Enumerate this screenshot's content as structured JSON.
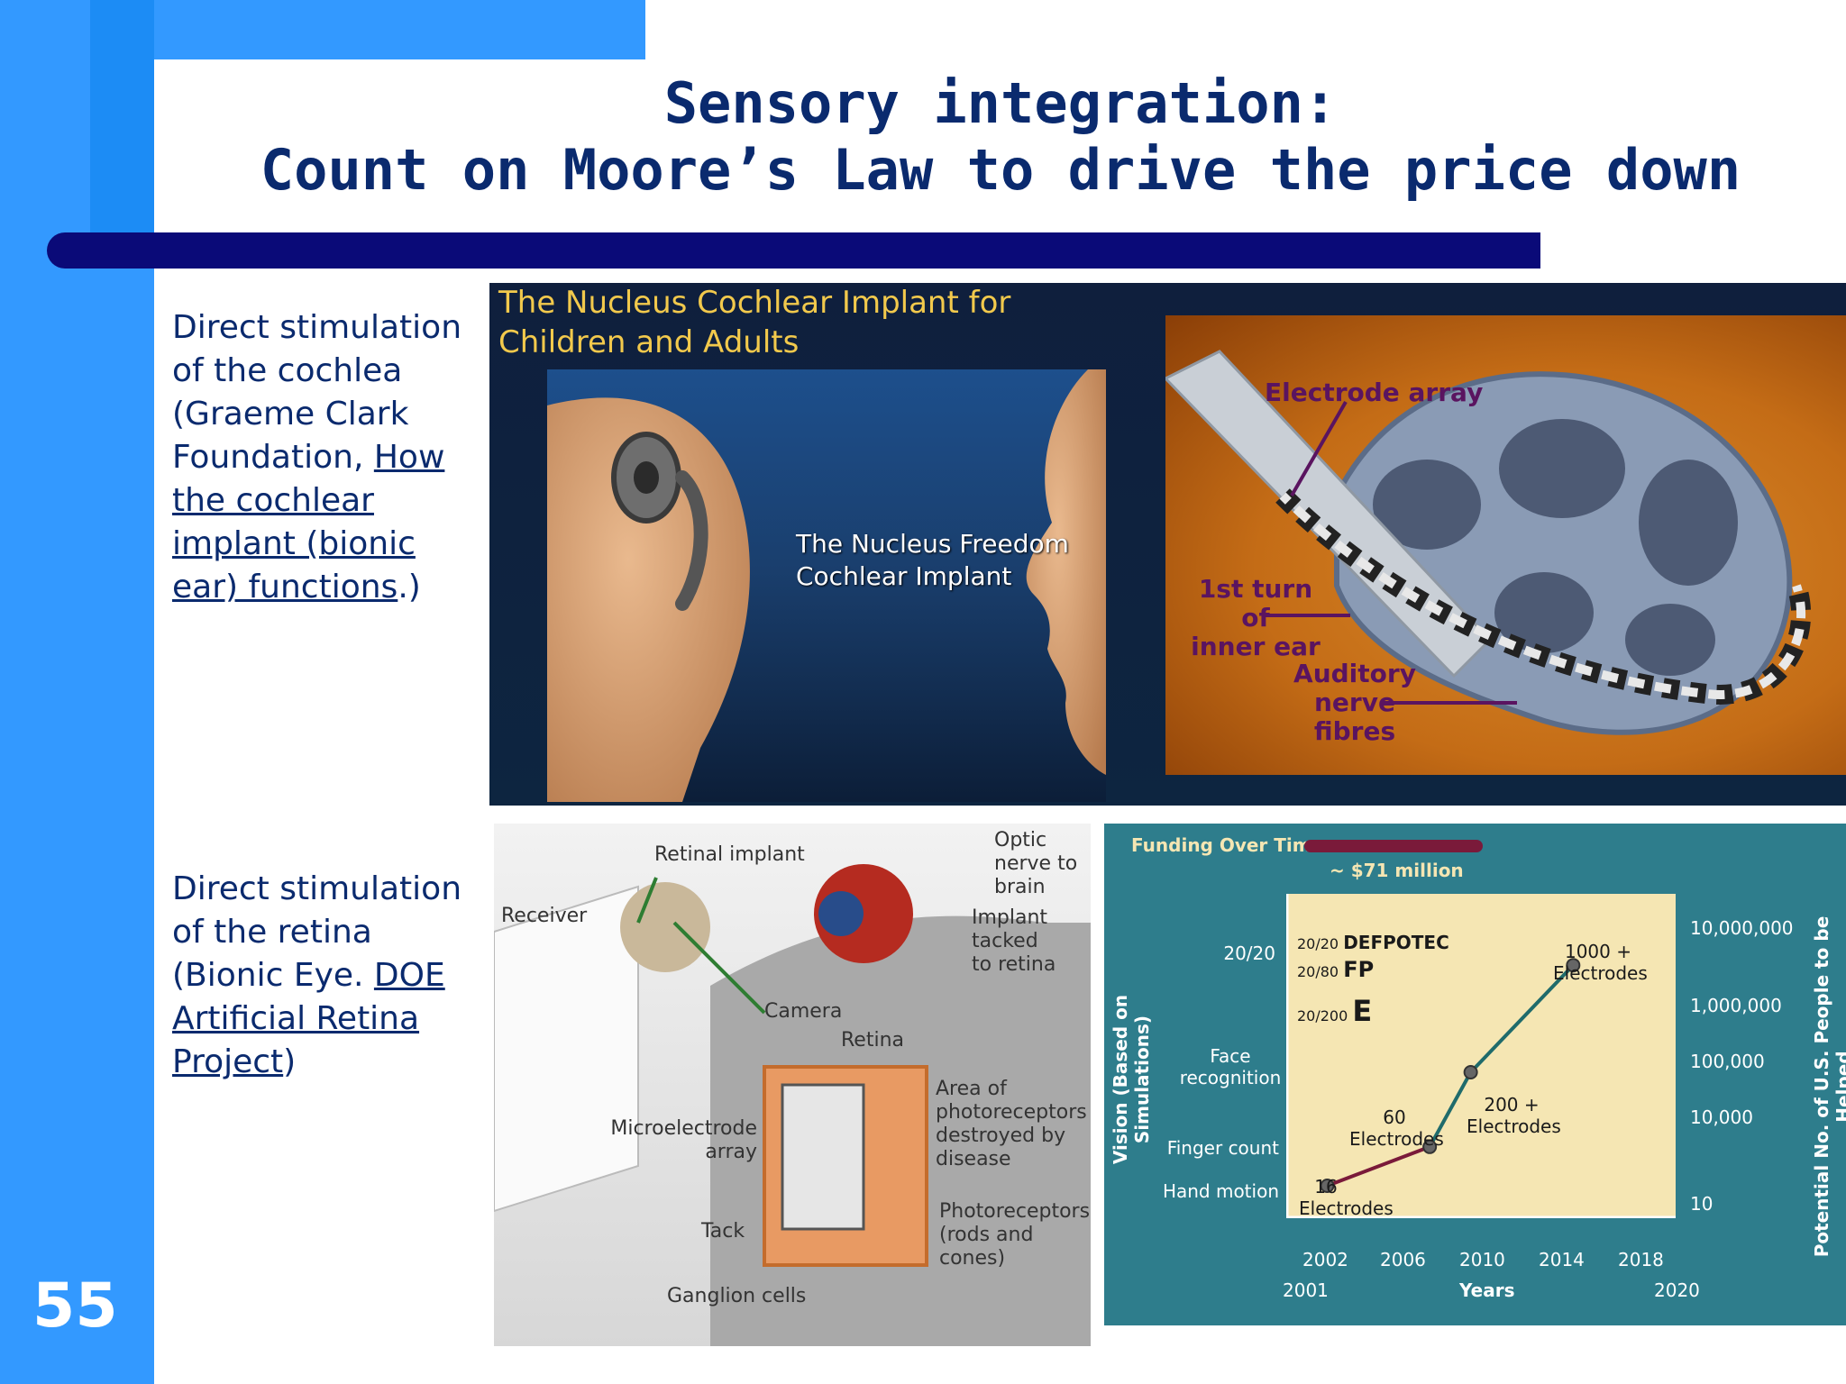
{
  "slide": {
    "title_line1": "Sensory integration:",
    "title_line2": "Count on Moore’s Law to drive the price down",
    "number": "55"
  },
  "cochlea_text": {
    "prefix": "Direct stimulation  of the cochlea (Graeme Clark Foundation, ",
    "link": "How the cochlear implant (bionic ear) functions",
    "suffix": ".)"
  },
  "retina_text": {
    "prefix": "Direct stimulation of the retina (Bionic Eye. ",
    "link": "DOE Artificial Retina Project",
    "suffix": ")"
  },
  "cochlear_image": {
    "title_line1": "The Nucleus Cochlear Implant for",
    "title_line2": "Children  and Adults",
    "implant_line1": "The Nucleus Freedom",
    "implant_line2": "Cochlear Implant",
    "electrode_array": "Electrode array",
    "first_turn_1": "1st turn",
    "first_turn_2": "of",
    "first_turn_3": "inner ear",
    "auditory_1": "Auditory",
    "auditory_2": "nerve",
    "auditory_3": "fibres"
  },
  "retina_image": {
    "retinal_implant": "Retinal implant",
    "receiver": "Receiver",
    "optic_1": "Optic",
    "optic_2": "nerve to",
    "optic_3": "brain",
    "implant_1": "Implant",
    "implant_2": "tacked",
    "implant_3": "to retina",
    "camera": "Camera",
    "retina": "Retina",
    "area_1": "Area of",
    "area_2": "photoreceptors",
    "area_3": "destroyed by",
    "area_4": "disease",
    "micro_1": "Microelectrode",
    "micro_2": "array",
    "photo_1": "Photoreceptors",
    "photo_2": "(rods and",
    "photo_3": "cones)",
    "tack": "Tack",
    "ganglion": "Ganglion cells"
  },
  "chart_data": {
    "type": "line",
    "title": "Funding Over Time",
    "funding_note": "~ $71 million",
    "xlabel": "Years",
    "ylabel_left": "Vision (Based on Simulations)",
    "ylabel_right": "Potential No. of U.S. People to be Helped",
    "x_ticks_top": [
      "2002",
      "2006",
      "2010",
      "2014",
      "2018"
    ],
    "x_ticks_bottom": [
      "2001",
      "2020"
    ],
    "left_ticks": [
      "20/20",
      "Face recognition",
      "Finger count",
      "Hand motion"
    ],
    "right_ticks": [
      "10,000,000",
      "1,000,000",
      "100,000",
      "10,000",
      "10"
    ],
    "acuity_labels": [
      {
        "acuity": "20/20",
        "letters": "DEFPOTEC"
      },
      {
        "acuity": "20/80",
        "letters": "FP"
      },
      {
        "acuity": "20/200",
        "letters": "E"
      }
    ],
    "points": [
      {
        "year": 2003,
        "label_1": "16",
        "label_2": "Electrodes"
      },
      {
        "year": 2008,
        "label_1": "60",
        "label_2": "Electrodes"
      },
      {
        "year": 2010,
        "label_1": "200 +",
        "label_2": "Electrodes"
      },
      {
        "year": 2015,
        "label_1": "1000 +",
        "label_2": "Electrodes"
      }
    ],
    "colors": {
      "background": "#2e7d8c",
      "plot": "#f5e6b3",
      "first_segment": "#7a1a3a",
      "later_segments": "#1f6b6b"
    }
  }
}
